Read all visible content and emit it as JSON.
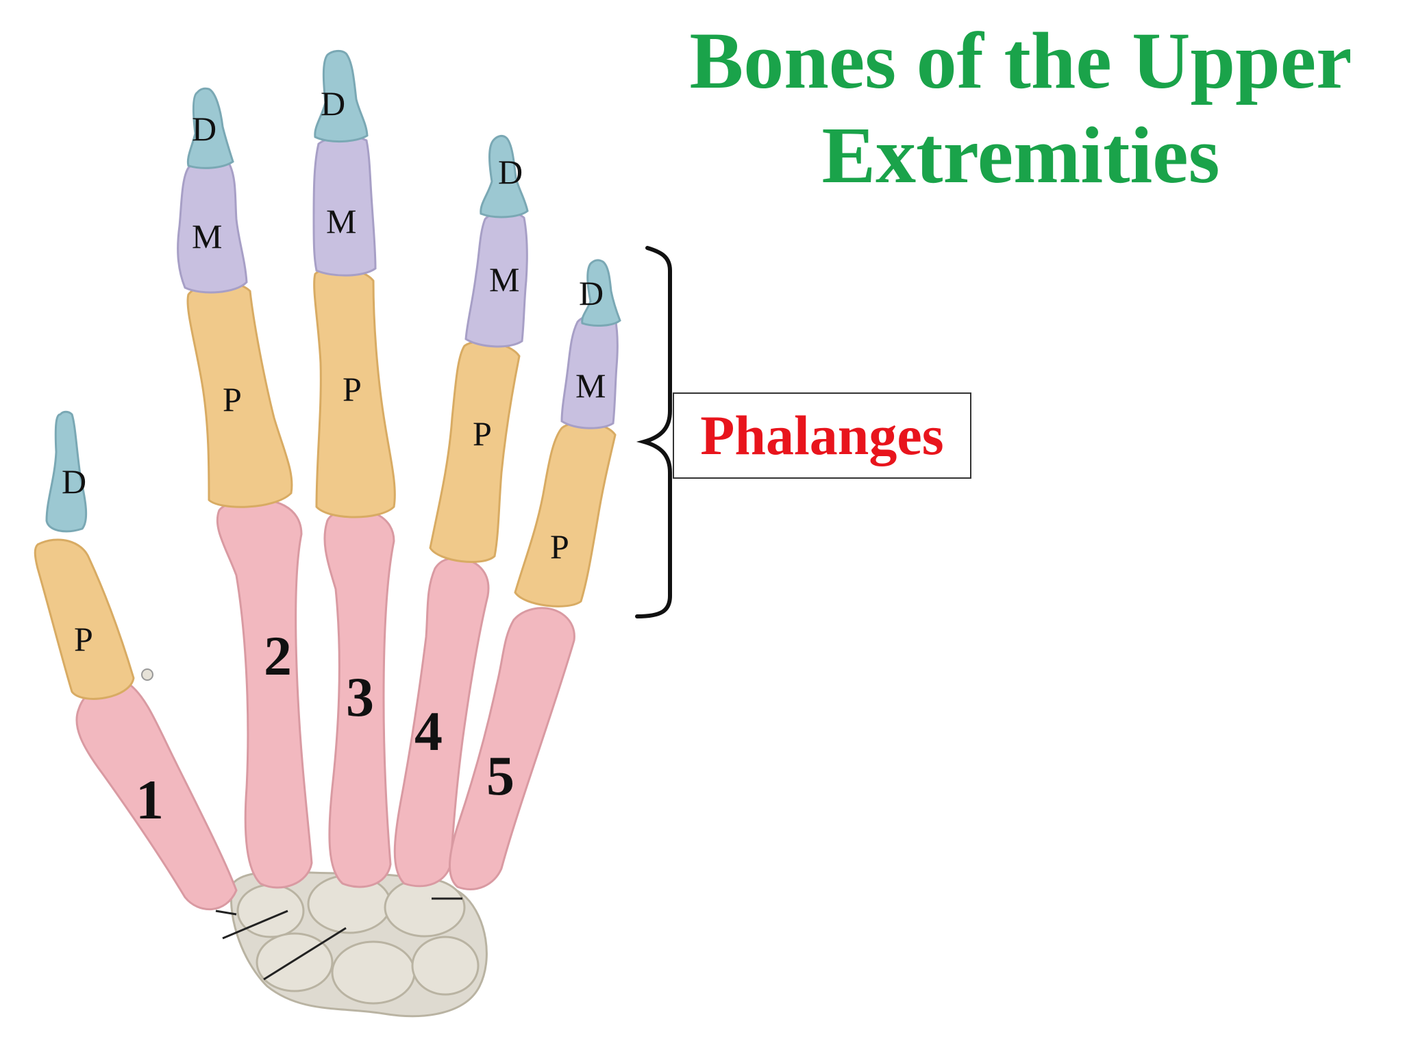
{
  "title": {
    "line1": "Bones of the Upper",
    "line2": "Extremities"
  },
  "callout": {
    "label": "Phalanges"
  },
  "colors": {
    "title": "#1aa34a",
    "callout_text": "#e8141c",
    "distal": "#9cc8d2",
    "middle": "#c8c0e0",
    "proximal": "#f0c98a",
    "metacarpal": "#f2b8bf",
    "carpal": "#dedad0"
  },
  "digits": [
    {
      "number": "1",
      "labels": [
        "D",
        "P"
      ]
    },
    {
      "number": "2",
      "labels": [
        "D",
        "M",
        "P"
      ]
    },
    {
      "number": "3",
      "labels": [
        "D",
        "M",
        "P"
      ]
    },
    {
      "number": "4",
      "labels": [
        "D",
        "M",
        "P"
      ]
    },
    {
      "number": "5",
      "labels": [
        "D",
        "M",
        "P"
      ]
    }
  ]
}
